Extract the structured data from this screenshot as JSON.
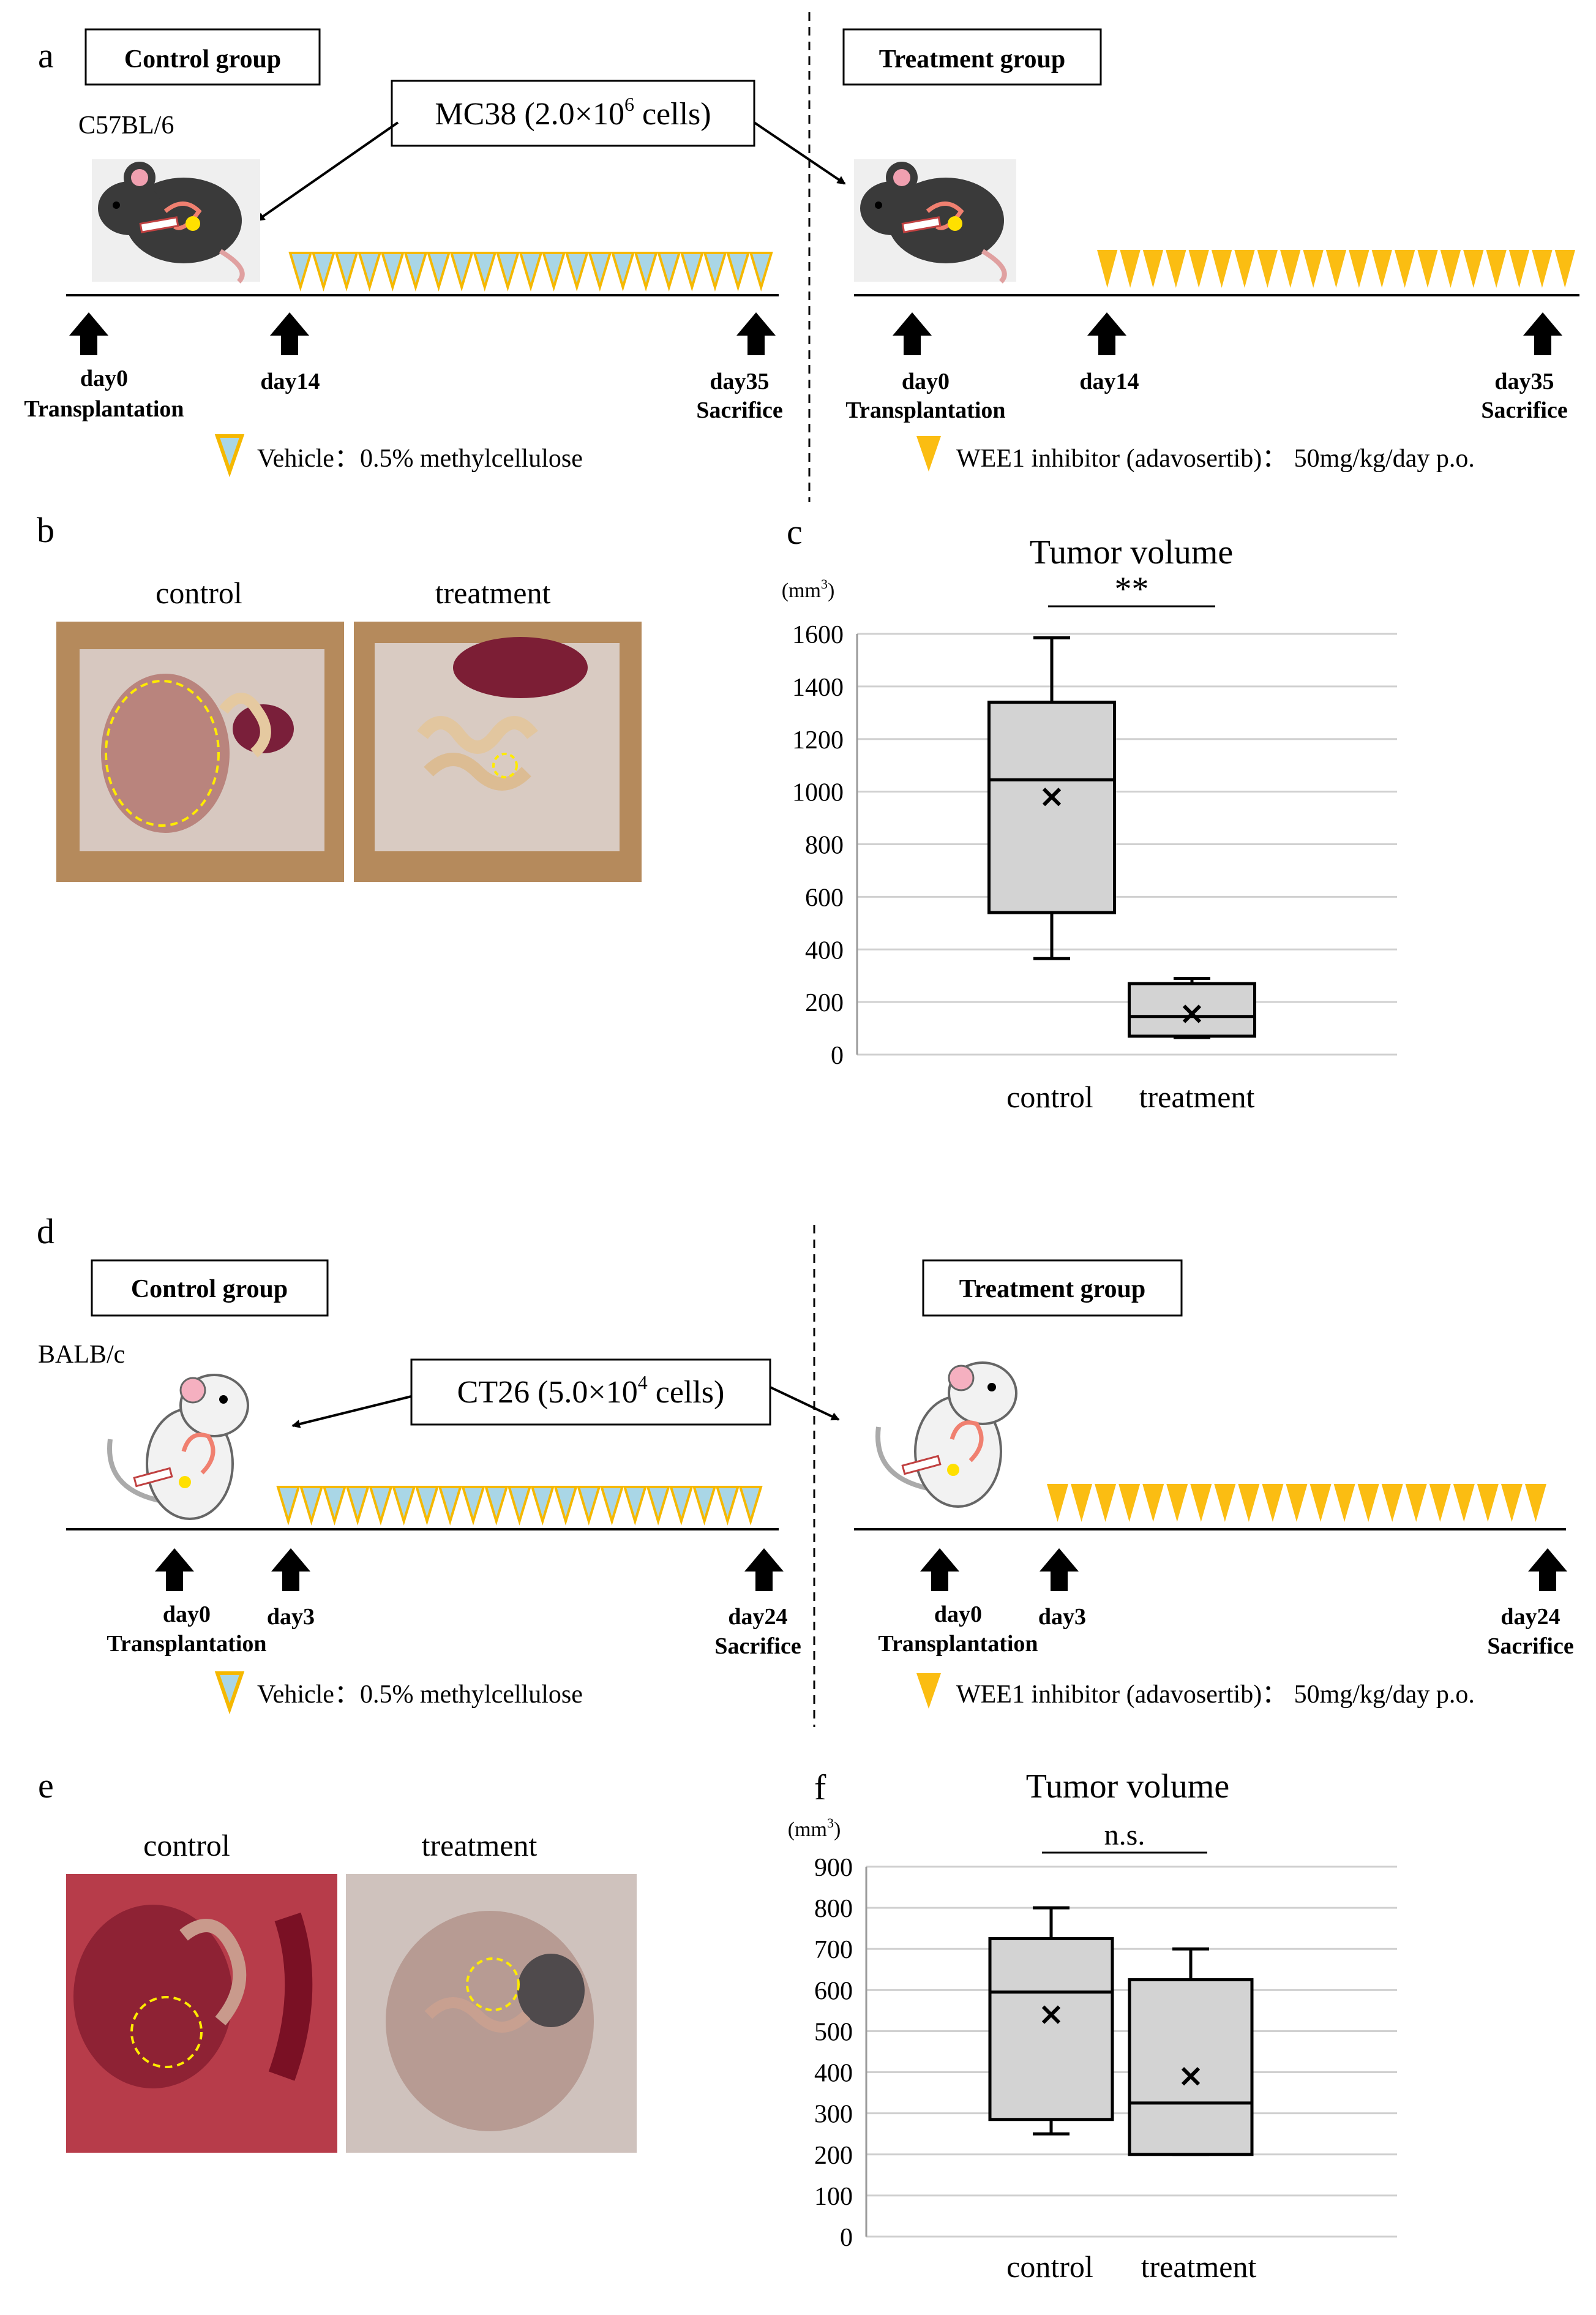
{
  "panels": {
    "a": {
      "letter": "a",
      "control_title": "Control group",
      "treatment_title": "Treatment group",
      "strain": "C57BL/6",
      "cells_prefix": "MC38 (2.0×10",
      "cells_exp": "6",
      "cells_suffix": " cells)",
      "left_day0": "day0",
      "left_transplant": "Transplantation",
      "left_day14": "day14",
      "left_day35": "day35",
      "left_sacrifice": "Sacrifice",
      "right_day0": "day0",
      "right_transplant": "Transplantation",
      "right_day14": "day14",
      "right_day35": "day35",
      "right_sacrifice": "Sacrifice",
      "vehicle_legend": "Vehicle：0.5% methylcellulose",
      "drug_legend": "WEE1 inhibitor (adavosertib)： 50mg/kg/day p.o."
    },
    "b": {
      "letter": "b",
      "label_control": "control",
      "label_treatment": "treatment"
    },
    "d": {
      "letter": "d",
      "control_title": "Control group",
      "treatment_title": "Treatment group",
      "strain": "BALB/c",
      "cells_prefix": "CT26 (5.0×10",
      "cells_exp": "4",
      "cells_suffix": " cells)",
      "left_day0": "day0",
      "left_transplant": "Transplantation",
      "left_day3": "day3",
      "left_day24": "day24",
      "left_sacrifice": "Sacrifice",
      "right_day0": "day0",
      "right_transplant": "Transplantation",
      "right_day3": "day3",
      "right_day24": "day24",
      "right_sacrifice": "Sacrifice",
      "vehicle_legend": "Vehicle：0.5% methylcellulose",
      "drug_legend": "WEE1 inhibitor (adavosertib)： 50mg/kg/day p.o."
    },
    "e": {
      "letter": "e",
      "label_control": "control",
      "label_treatment": "treatment"
    },
    "c": {
      "letter": "c",
      "significance": "**"
    },
    "f": {
      "letter": "f",
      "significance": "n.s."
    }
  },
  "colors": {
    "vehicle_fill": "#a9d6e6",
    "triangle_edge": "#f5b800",
    "drug_fill": "#fbbd12",
    "box_fill": "#d3d3d3",
    "grid": "#d0d0d0"
  },
  "chart_data": [
    {
      "type": "box",
      "title": "Tumor volume",
      "ylabel": "(mm3)",
      "categories": [
        "control",
        "treatment"
      ],
      "ylim": [
        0,
        1600
      ],
      "yticks": [
        0,
        200,
        400,
        600,
        800,
        1000,
        1200,
        1400,
        1600
      ],
      "grid": true,
      "series": [
        {
          "category": "control",
          "min": 365,
          "q1": 540,
          "median": 1045,
          "q3": 1340,
          "max": 1585,
          "mean": 980
        },
        {
          "category": "treatment",
          "min": 65,
          "q1": 70,
          "median": 145,
          "q3": 270,
          "max": 290,
          "mean": 155
        }
      ],
      "significance": "**"
    },
    {
      "type": "box",
      "title": "Tumor volume",
      "ylabel": "(mm3)",
      "categories": [
        "control",
        "treatment"
      ],
      "ylim": [
        0,
        900
      ],
      "yticks": [
        0,
        100,
        200,
        300,
        400,
        500,
        600,
        700,
        800,
        900
      ],
      "grid": true,
      "series": [
        {
          "category": "control",
          "min": 250,
          "q1": 285,
          "median": 595,
          "q3": 725,
          "max": 800,
          "mean": 540
        },
        {
          "category": "treatment",
          "min": 200,
          "q1": 200,
          "median": 325,
          "q3": 625,
          "max": 700,
          "mean": 390
        }
      ],
      "significance": "n.s."
    }
  ]
}
